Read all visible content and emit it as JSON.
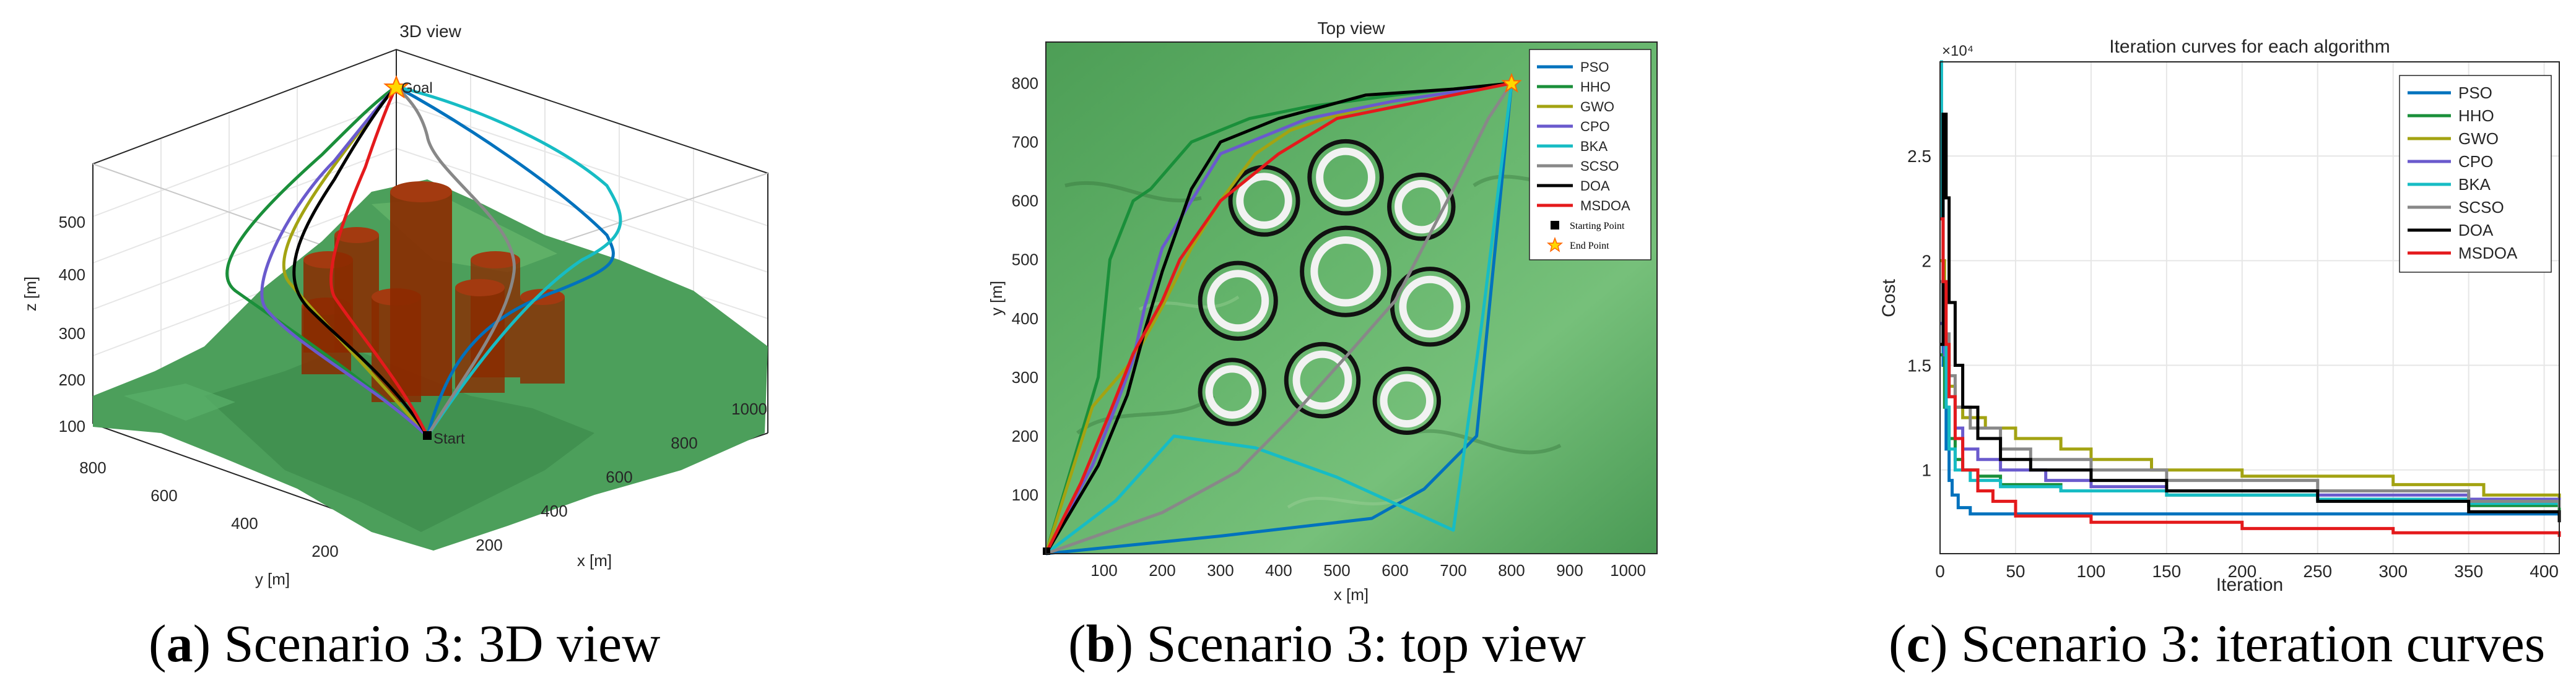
{
  "captions": [
    {
      "letter": "a",
      "rest": ") Scenario 3: 3D view"
    },
    {
      "letter": "b",
      "rest": ") Scenario 3: top view"
    },
    {
      "letter": "c",
      "rest": ") Scenario 3: iteration curves"
    }
  ],
  "colors": {
    "PSO": "#0072BD",
    "HHO": "#1a8f3a",
    "GWO": "#a3a312",
    "CPO": "#6a5acd",
    "BKA": "#17bcc4",
    "SCSO": "#888888",
    "DOA": "#000000",
    "MSDOA": "#e41a1c",
    "terrain": "#4aa55a",
    "obstacle": "#8b2a00"
  },
  "chart_data": [
    {
      "type": "line",
      "title": "3D view",
      "xlabel": "x [m]",
      "ylabel": "y [m]",
      "zlabel": "z [m]",
      "xticks": [
        "200",
        "400",
        "600",
        "800",
        "1000"
      ],
      "yticks": [
        "200",
        "400",
        "600",
        "800"
      ],
      "zticks": [
        "100",
        "200",
        "300",
        "400",
        "500"
      ],
      "labels": {
        "goal": "Goal",
        "start": "Start"
      },
      "series": [
        {
          "name": "PSO"
        },
        {
          "name": "HHO"
        },
        {
          "name": "GWO"
        },
        {
          "name": "CPO"
        },
        {
          "name": "BKA"
        },
        {
          "name": "SCSO"
        },
        {
          "name": "DOA"
        },
        {
          "name": "MSDOA"
        }
      ]
    },
    {
      "type": "line",
      "title": "Top view",
      "xlabel": "x [m]",
      "ylabel": "y [m]",
      "xlim": [
        0,
        1050
      ],
      "ylim": [
        0,
        870
      ],
      "xticks": [
        100,
        200,
        300,
        400,
        500,
        600,
        700,
        800,
        900,
        1000
      ],
      "yticks": [
        100,
        200,
        300,
        400,
        500,
        600,
        700,
        800
      ],
      "start": [
        0,
        0
      ],
      "end": [
        800,
        800
      ],
      "obstacles": [
        {
          "x": 375,
          "y": 600,
          "r": 58
        },
        {
          "x": 515,
          "y": 640,
          "r": 62
        },
        {
          "x": 645,
          "y": 590,
          "r": 55
        },
        {
          "x": 515,
          "y": 480,
          "r": 75
        },
        {
          "x": 330,
          "y": 430,
          "r": 65
        },
        {
          "x": 660,
          "y": 420,
          "r": 65
        },
        {
          "x": 320,
          "y": 275,
          "r": 55
        },
        {
          "x": 475,
          "y": 295,
          "r": 62
        },
        {
          "x": 620,
          "y": 260,
          "r": 55
        }
      ],
      "legend": [
        "PSO",
        "HHO",
        "GWO",
        "CPO",
        "BKA",
        "SCSO",
        "DOA",
        "MSDOA",
        "Starting Point",
        "End Point"
      ],
      "legend_position": "top-right",
      "series": [
        {
          "name": "PSO",
          "x": [
            0,
            300,
            560,
            650,
            740,
            770,
            790,
            800
          ],
          "y": [
            0,
            30,
            60,
            110,
            200,
            500,
            700,
            800
          ]
        },
        {
          "name": "HHO",
          "x": [
            0,
            60,
            90,
            110,
            150,
            180,
            250,
            350,
            450,
            600,
            800
          ],
          "y": [
            0,
            200,
            300,
            500,
            600,
            620,
            700,
            740,
            760,
            780,
            800
          ]
        },
        {
          "name": "GWO",
          "x": [
            0,
            80,
            150,
            200,
            250,
            300,
            360,
            420,
            480,
            600,
            800
          ],
          "y": [
            0,
            250,
            330,
            420,
            520,
            600,
            680,
            720,
            740,
            770,
            800
          ]
        },
        {
          "name": "CPO",
          "x": [
            0,
            80,
            120,
            150,
            170,
            200,
            300,
            450,
            600,
            800
          ],
          "y": [
            0,
            150,
            250,
            330,
            420,
            520,
            680,
            740,
            770,
            800
          ]
        },
        {
          "name": "BKA",
          "x": [
            0,
            120,
            220,
            360,
            500,
            700,
            750,
            800
          ],
          "y": [
            0,
            90,
            200,
            180,
            130,
            40,
            400,
            800
          ]
        },
        {
          "name": "SCSO",
          "x": [
            0,
            200,
            330,
            420,
            520,
            600,
            700,
            760,
            800
          ],
          "y": [
            0,
            70,
            140,
            230,
            340,
            430,
            620,
            740,
            800
          ]
        },
        {
          "name": "DOA",
          "x": [
            0,
            90,
            140,
            170,
            200,
            250,
            300,
            400,
            550,
            700,
            800
          ],
          "y": [
            0,
            150,
            270,
            380,
            480,
            620,
            700,
            740,
            780,
            790,
            800
          ]
        },
        {
          "name": "MSDOA",
          "x": [
            0,
            60,
            110,
            150,
            200,
            230,
            300,
            400,
            500,
            800
          ],
          "y": [
            0,
            120,
            240,
            340,
            430,
            500,
            600,
            680,
            740,
            800
          ]
        }
      ]
    },
    {
      "type": "line",
      "title": "Iteration curves for each algorithm",
      "xlabel": "Iteration",
      "ylabel": "Cost",
      "exponent_label": "×10⁴",
      "xlim": [
        0,
        410
      ],
      "ylim": [
        0.6,
        2.95
      ],
      "xticks": [
        0,
        50,
        100,
        150,
        200,
        250,
        300,
        350,
        400
      ],
      "yticks": [
        1,
        1.5,
        2,
        2.5
      ],
      "legend_position": "top-right",
      "series": [
        {
          "name": "PSO",
          "x": [
            0,
            2,
            4,
            6,
            8,
            12,
            20,
            30,
            60,
            150,
            250,
            410
          ],
          "y": [
            2.35,
            1.5,
            1.1,
            0.95,
            0.88,
            0.82,
            0.79,
            0.79,
            0.79,
            0.79,
            0.79,
            0.79
          ]
        },
        {
          "name": "HHO",
          "x": [
            0,
            3,
            6,
            10,
            15,
            25,
            40,
            80,
            150,
            250,
            350,
            410
          ],
          "y": [
            1.55,
            1.3,
            1.15,
            1.05,
            1.0,
            0.97,
            0.93,
            0.9,
            0.88,
            0.86,
            0.83,
            0.8
          ]
        },
        {
          "name": "GWO",
          "x": [
            0,
            3,
            6,
            10,
            15,
            30,
            50,
            80,
            100,
            140,
            200,
            250,
            300,
            360,
            410
          ],
          "y": [
            2.0,
            1.6,
            1.4,
            1.3,
            1.25,
            1.2,
            1.15,
            1.1,
            1.05,
            1.0,
            0.97,
            0.97,
            0.93,
            0.88,
            0.85
          ]
        },
        {
          "name": "CPO",
          "x": [
            0,
            3,
            6,
            10,
            15,
            25,
            40,
            70,
            100,
            150,
            250,
            350,
            410
          ],
          "y": [
            1.7,
            1.55,
            1.35,
            1.2,
            1.1,
            1.05,
            1.0,
            0.95,
            0.92,
            0.9,
            0.88,
            0.86,
            0.84
          ]
        },
        {
          "name": "BKA",
          "x": [
            0,
            1,
            2,
            4,
            6,
            10,
            20,
            40,
            80,
            150,
            250,
            350,
            410
          ],
          "y": [
            2.95,
            2.2,
            1.6,
            1.3,
            1.1,
            1.0,
            0.95,
            0.92,
            0.9,
            0.88,
            0.86,
            0.84,
            0.82
          ]
        },
        {
          "name": "SCSO",
          "x": [
            0,
            3,
            6,
            10,
            20,
            40,
            60,
            80,
            100,
            150,
            250,
            350,
            410
          ],
          "y": [
            1.9,
            1.65,
            1.45,
            1.3,
            1.2,
            1.1,
            1.05,
            1.05,
            1.0,
            0.95,
            0.9,
            0.85,
            0.82
          ]
        },
        {
          "name": "DOA",
          "x": [
            0,
            2,
            4,
            6,
            10,
            15,
            25,
            40,
            60,
            100,
            150,
            250,
            350,
            410
          ],
          "y": [
            1.6,
            2.7,
            2.3,
            1.8,
            1.5,
            1.3,
            1.15,
            1.05,
            1.0,
            0.95,
            0.9,
            0.85,
            0.8,
            0.75
          ]
        },
        {
          "name": "MSDOA",
          "x": [
            0,
            2,
            4,
            6,
            10,
            15,
            25,
            35,
            50,
            100,
            200,
            300,
            410
          ],
          "y": [
            2.2,
            1.9,
            1.6,
            1.35,
            1.15,
            1.0,
            0.9,
            0.85,
            0.78,
            0.75,
            0.72,
            0.7,
            0.68
          ]
        }
      ]
    }
  ]
}
